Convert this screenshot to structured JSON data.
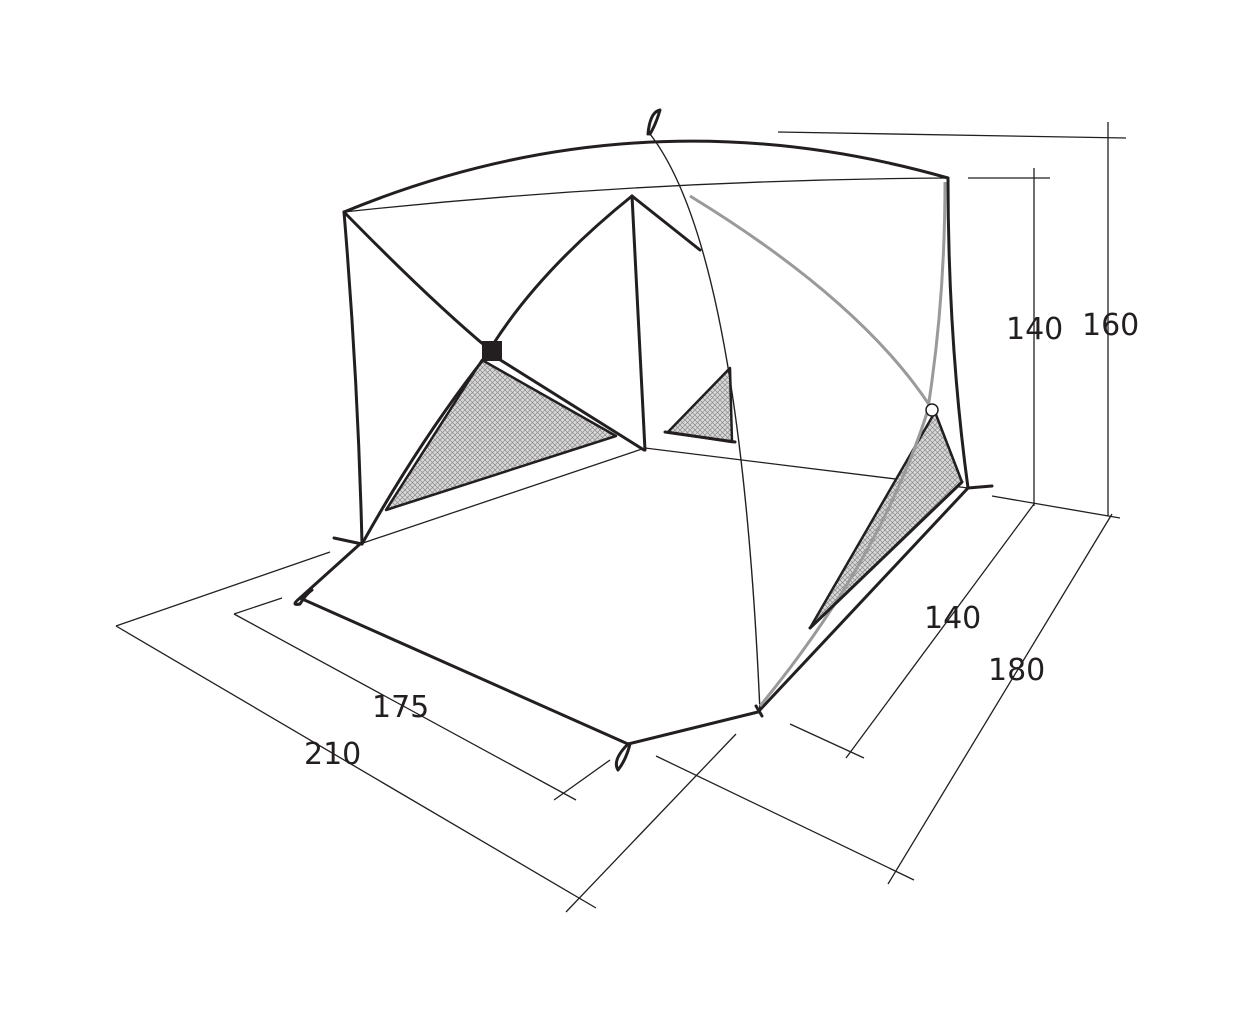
{
  "diagram": {
    "colors": {
      "line": "#231f20",
      "mesh": "#9a9a9a",
      "background": "#ffffff"
    },
    "dimensions": {
      "inner_length": "175",
      "outer_length": "210",
      "inner_depth": "140",
      "outer_depth": "180",
      "inner_height": "140",
      "outer_height": "160"
    }
  }
}
